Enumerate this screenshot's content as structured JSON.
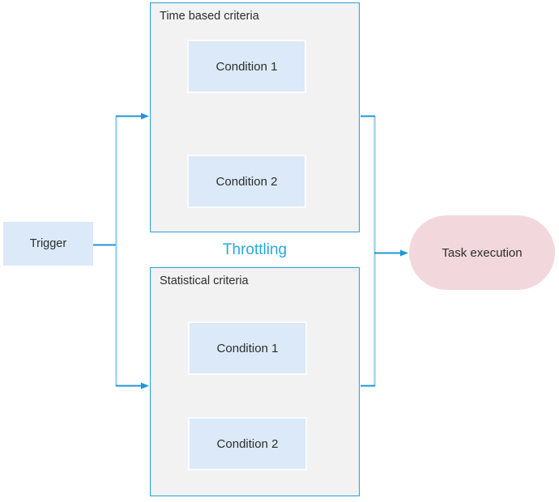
{
  "diagram": {
    "type": "flowchart",
    "nodes": {
      "trigger": {
        "label": "Trigger",
        "shape": "rectangle"
      },
      "time_group": {
        "label": "Time based criteria",
        "shape": "container"
      },
      "time_cond1": {
        "label": "Condition 1",
        "shape": "rectangle"
      },
      "time_cond2": {
        "label": "Condition 2",
        "shape": "rectangle"
      },
      "stat_group": {
        "label": "Statistical criteria",
        "shape": "container"
      },
      "stat_cond1": {
        "label": "Condition 1",
        "shape": "rectangle"
      },
      "stat_cond2": {
        "label": "Condition 2",
        "shape": "rectangle"
      },
      "task": {
        "label": "Task execution",
        "shape": "stadium"
      }
    },
    "annotations": {
      "throttling": "Throttling"
    },
    "edges": [
      {
        "from": "trigger",
        "to": "time_group"
      },
      {
        "from": "trigger",
        "to": "stat_group"
      },
      {
        "from": "time_group",
        "to": "time_cond1"
      },
      {
        "from": "time_group",
        "to": "time_cond2"
      },
      {
        "from": "time_cond1",
        "to": "junction"
      },
      {
        "from": "time_cond2",
        "to": "junction"
      },
      {
        "from": "stat_group",
        "to": "stat_cond1"
      },
      {
        "from": "stat_group",
        "to": "stat_cond2"
      },
      {
        "from": "stat_cond1",
        "to": "junction"
      },
      {
        "from": "stat_cond2",
        "to": "junction"
      },
      {
        "from": "junction",
        "to": "task"
      }
    ]
  },
  "colors": {
    "background": "#ffffff",
    "container_fill": "#f2f2f2",
    "container_border": "#28a0da",
    "node_fill": "#dbe9f8",
    "node_border": "#fafcff",
    "task_fill": "#f2d8dd",
    "connector": "#2196d4",
    "connector_medium": "#56ade0",
    "connector_light": "#a6d3ef",
    "accent_text": "#29a8e0",
    "text": "#2d2d2d"
  }
}
